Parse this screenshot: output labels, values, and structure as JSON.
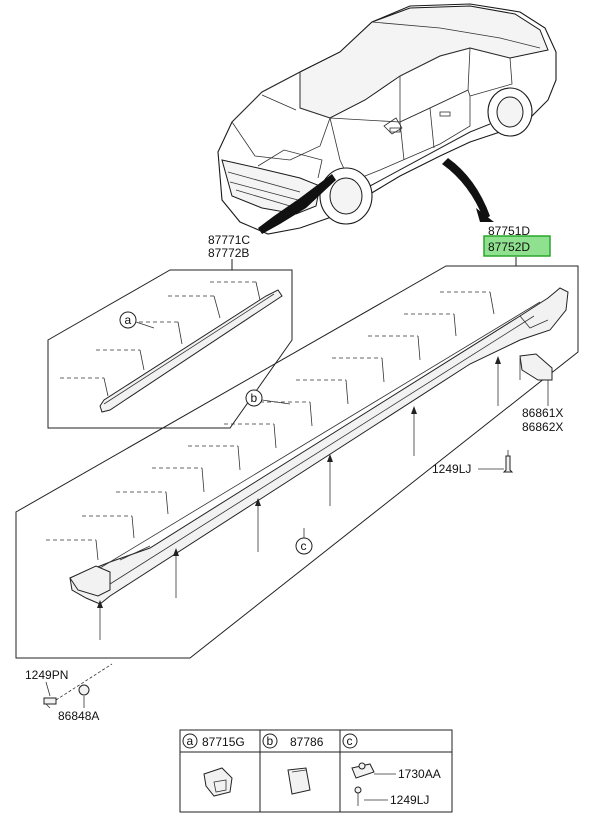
{
  "labels": {
    "main_upper": "87751D",
    "main_lower": "87752D",
    "mold_upper": "87771C",
    "mold_lower": "87772B",
    "bracket_upper": "86861X",
    "bracket_lower": "86862X",
    "screw_right": "1249LJ",
    "screw_left": "1249PN",
    "clip_left": "86848A"
  },
  "callouts": {
    "a": "a",
    "b": "b",
    "c": "c"
  },
  "legend": {
    "cells": [
      {
        "letter": "a",
        "part": "87715G"
      },
      {
        "letter": "b",
        "part": "87786"
      },
      {
        "letter": "c",
        "part_top": "1730AA",
        "part_bottom": "1249LJ"
      }
    ]
  },
  "colors": {
    "highlight_fill": "#8fe08f",
    "highlight_stroke": "#2aa52a",
    "line": "#222222"
  }
}
